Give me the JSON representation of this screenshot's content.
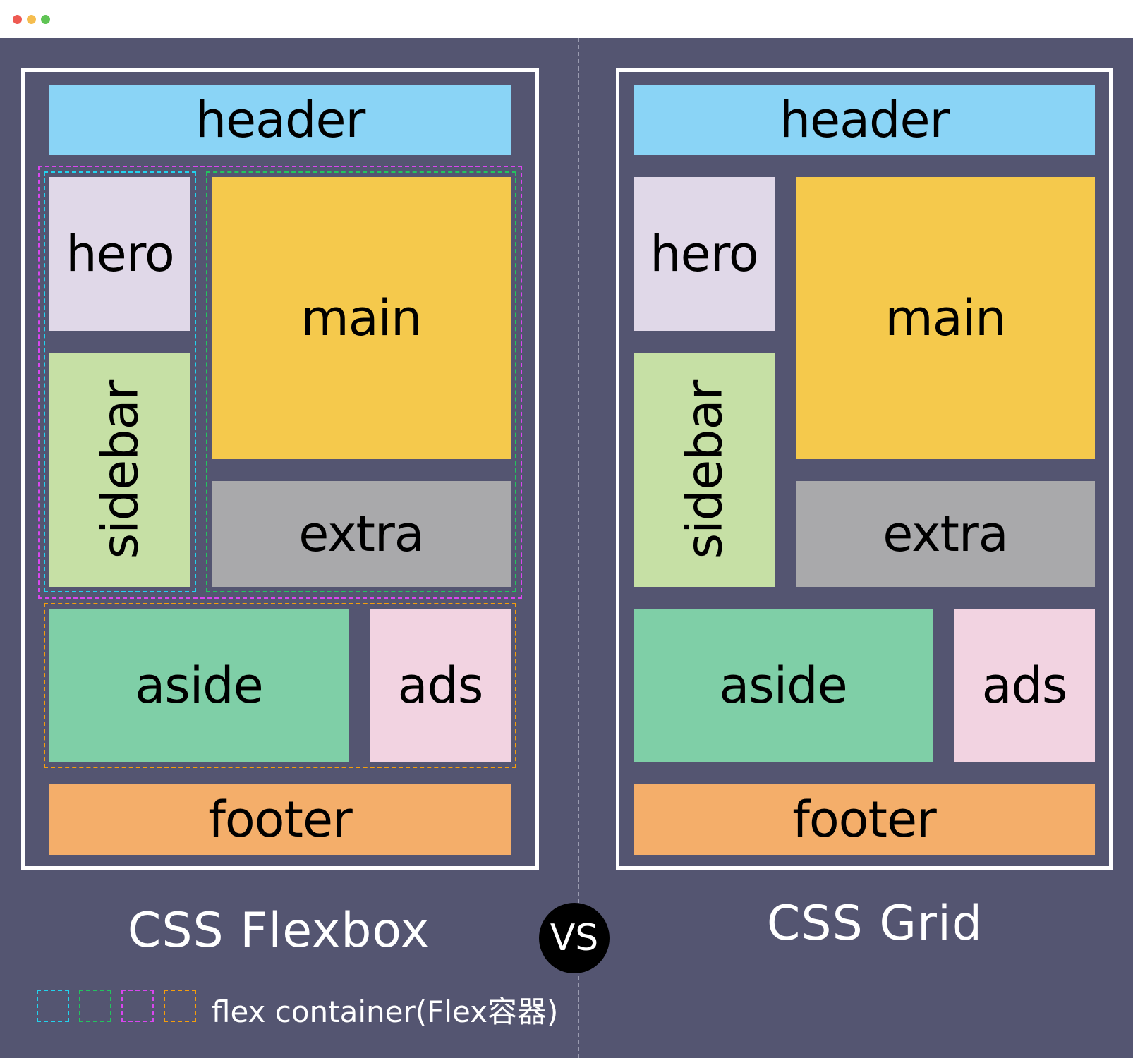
{
  "window": {
    "traffic_lights": {
      "close": "#ee5a52",
      "minimize": "#f5bd4f",
      "maximize": "#5fc454"
    }
  },
  "colors": {
    "background": "#545571",
    "header": "#8ad4f6",
    "hero": "#e0d8e8",
    "main": "#f5c94c",
    "sidebar": "#c6e0a5",
    "extra": "#a9a9ab",
    "aside": "#7fcfa7",
    "ads": "#f2d3e1",
    "footer": "#f4ae6a"
  },
  "layouts": {
    "flexbox": {
      "header": "header",
      "hero": "hero",
      "main": "main",
      "sidebar": "sidebar",
      "extra": "extra",
      "aside": "aside",
      "ads": "ads",
      "footer": "footer",
      "caption": "CSS Flexbox"
    },
    "grid": {
      "header": "header",
      "hero": "hero",
      "main": "main",
      "sidebar": "sidebar",
      "extra": "extra",
      "aside": "aside",
      "ads": "ads",
      "footer": "footer",
      "caption": "CSS Grid"
    }
  },
  "vs_label": "VS",
  "legend": {
    "colors": [
      "#22d3ee",
      "#22c55e",
      "#d946ef",
      "#f59e0b"
    ],
    "text": "flex container(Flex容器)"
  }
}
